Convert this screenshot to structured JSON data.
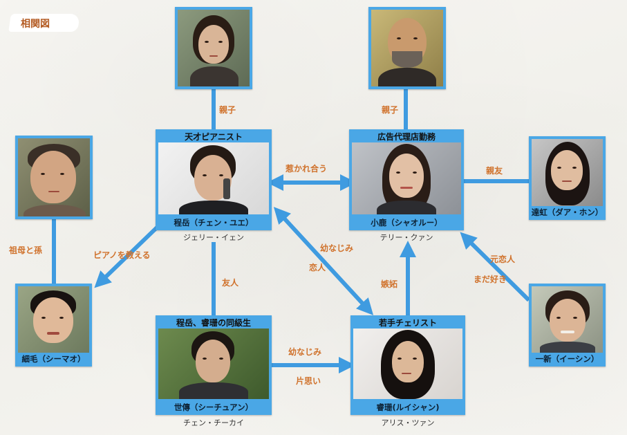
{
  "diagram_title": "相関図",
  "colors": {
    "card": "#4aa7e6",
    "link": "#3f9be0",
    "label": "#d0722c"
  },
  "nodes": {
    "mother": {
      "icon": "portrait-woman"
    },
    "father": {
      "icon": "portrait-man-beard"
    },
    "grandma": {
      "icon": "portrait-elderly-woman"
    },
    "chengyue": {
      "role": "天才ピアニスト",
      "name": "程岳（チェン・ユエ）",
      "actor": "ジェリー・イェン",
      "icon": "portrait-man-phone"
    },
    "xiaolu": {
      "role": "広告代理店勤務",
      "name": "小鹿（シャオルー）",
      "actor": "テリー・クァン",
      "icon": "portrait-woman-smiling"
    },
    "dahong": {
      "name": "達虹（ダア・ホン）",
      "icon": "portrait-young-woman"
    },
    "ximao": {
      "name": "細毛（シーマオ）",
      "icon": "portrait-boy"
    },
    "shichuan": {
      "role": "程岳、睿珊の同級生",
      "name": "世傳（シーチュアン）",
      "actor": "チェン・チーカイ",
      "icon": "portrait-young-man"
    },
    "ruishan": {
      "role": "若手チェリスト",
      "name": "睿珊(ルイシャン)",
      "actor": "アリス・ツァン",
      "icon": "portrait-woman-dark-hair"
    },
    "yixin": {
      "name": "一新（イーシン）",
      "icon": "portrait-young-man-smiling"
    }
  },
  "relations": {
    "mother_chengyue": "親子",
    "father_xiaolu": "親子",
    "chengyue_xiaolu": "惹かれ合う",
    "xiaolu_dahong": "親友",
    "grandma_ximao": "祖母と孫",
    "chengyue_ximao": "ピアノを教える",
    "chengyue_shichuan": "友人",
    "chengyue_ruishan_1": "幼なじみ",
    "chengyue_ruishan_2": "恋人",
    "ruishan_xiaolu": "嫉妬",
    "yixin_xiaolu_1": "元恋人",
    "yixin_xiaolu_2": "まだ好き",
    "shichuan_ruishan_1": "幼なじみ",
    "shichuan_ruishan_2": "片思い"
  }
}
